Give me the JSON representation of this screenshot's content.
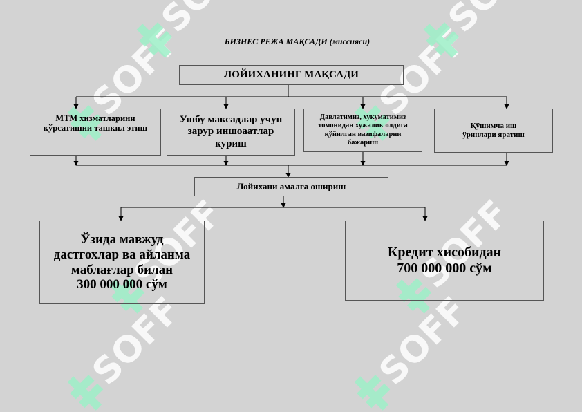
{
  "title": "БИЗНЕС РЕЖА МАҚСАДИ (миссияси)",
  "main_goal": "ЛОЙИХАНИНГ   МАҚСАДИ",
  "goals": [
    "МТМ хизматларини\nкўрсатишни ташкил этиш",
    "Ушбу максадлар учун\nзарур иншоаатлар\nкуриш",
    "Давлатимиз, хукуматимиз\nтомонидан хужалик олдига\nқўйилган вазифаларни\nбажариш",
    "Қўшимча иш\nўринлари яратиш"
  ],
  "implementation": "Лойихани амалга ошириш",
  "funding": {
    "own": "Ўзида мавжуд\nдастгохлар ва айланма\nмаблағлар билан\n300 000 000 сўм",
    "credit": "Кредит хисобидан\n700 000 000 сўм"
  },
  "watermark_text": "SOFF",
  "colors": {
    "background": "#d3d3d3",
    "watermark": "#9ef0c8",
    "watermark_text": "#ffffff"
  }
}
